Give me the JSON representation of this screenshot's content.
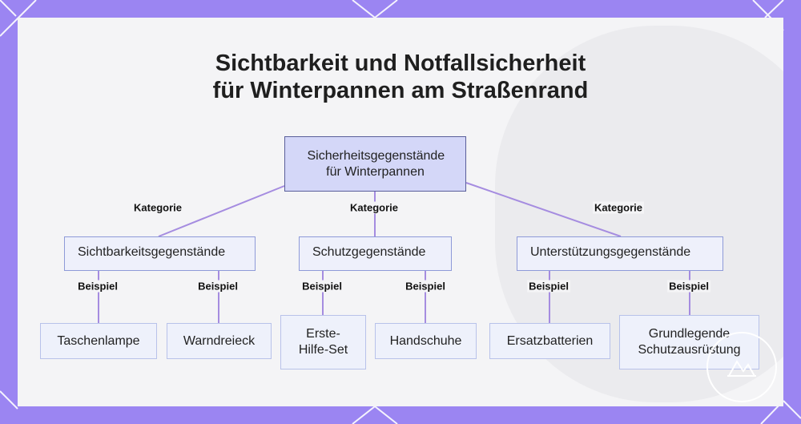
{
  "title": {
    "line1": "Sichtbarkeit und Notfallsicherheit",
    "line2": "für Winterpannen am Straßenrand"
  },
  "root": {
    "label": "Sicherheitsgegenstände für Winterpannen"
  },
  "edge_labels": {
    "category": "Kategorie",
    "example": "Beispiel"
  },
  "categories": [
    {
      "label": "Sichtbarkeitsgegenstände",
      "examples": [
        "Taschenlampe",
        "Warndreieck"
      ]
    },
    {
      "label": "Schutzgegenstände",
      "examples": [
        "Erste-Hilfe-Set",
        "Handschuhe"
      ]
    },
    {
      "label": "Unterstützungsgegenstände",
      "examples": [
        "Ersatzbatterien",
        "Grundlegende Schutzausrüstung"
      ]
    }
  ],
  "colors": {
    "frame": "#9b85f2",
    "card": "#f4f4f6",
    "root_fill": "#d4d7f8",
    "node_fill": "#eef0fb",
    "edge": "#a58ce0"
  }
}
